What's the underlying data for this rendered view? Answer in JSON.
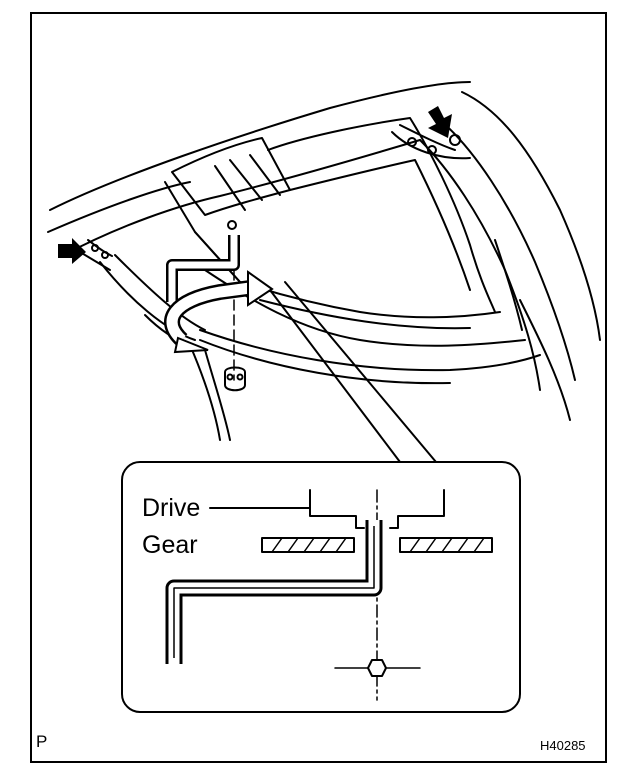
{
  "labels": {
    "drive": "Drive",
    "gear": "Gear",
    "corner_mark": "P",
    "figure_code": "H40285"
  },
  "colors": {
    "line": "#000000",
    "background": "#ffffff"
  },
  "icons": {
    "arrows": "push-arrow-icon",
    "rotation": "rotation-arrow-icon",
    "tool": "l-wrench-icon"
  }
}
